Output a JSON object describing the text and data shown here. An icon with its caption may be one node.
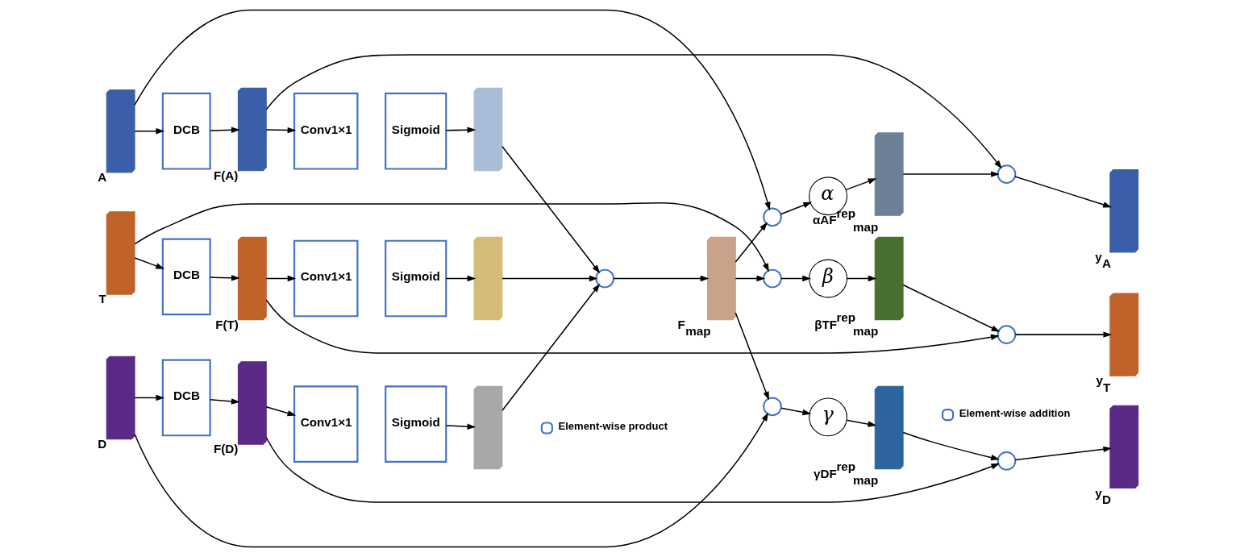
{
  "diagram": {
    "nodes": [
      {
        "text": [],
        "shape": "box",
        "beside": [
          "A"
        ]
      },
      {
        "text": [
          "DCB"
        ]
      },
      {
        "text": [],
        "shape": "box",
        "beside": [
          "F(A)"
        ]
      },
      {
        "text": [
          "Conv1×1"
        ]
      },
      {
        "text": [
          "Sigmoid"
        ]
      },
      {
        "text": [],
        "shape": "box"
      },
      {
        "text": [],
        "shape": "box",
        "beside": [
          "T"
        ]
      },
      {
        "text": [
          "DCB"
        ]
      },
      {
        "text": [],
        "shape": "box",
        "beside": [
          "F(T)"
        ]
      },
      {
        "text": [
          "Conv1×1"
        ]
      },
      {
        "text": [
          "Sigmoid"
        ]
      },
      {
        "text": [],
        "shape": "box"
      },
      {
        "text": [],
        "shape": "box",
        "beside": [
          "D"
        ]
      },
      {
        "text": [
          "DCB"
        ]
      },
      {
        "text": [],
        "shape": "box",
        "beside": [
          "F(D)"
        ]
      },
      {
        "text": [
          "Conv1×1"
        ]
      },
      {
        "text": [
          "Sigmoid"
        ]
      },
      {
        "text": [],
        "shape": "box"
      },
      {
        "text": [],
        "shape": "circle"
      },
      {
        "text": [],
        "shape": "box",
        "beside": [
          "F$_{map}$"
        ]
      },
      {
        "text": [],
        "shape": "circle"
      },
      {
        "text": [
          "α"
        ]
      },
      {
        "text": [],
        "shape": "box",
        "beside": [
          "αAF$^{rep}$$_{map}$"
        ]
      },
      {
        "text": [],
        "shape": "circle"
      },
      {
        "text": [],
        "shape": "box",
        "beside": [
          "y$_{A}$"
        ]
      },
      {
        "text": [],
        "shape": "circle"
      },
      {
        "text": [
          "β"
        ]
      },
      {
        "text": [],
        "shape": "box",
        "beside": [
          "βTF$^{rep}$$_{map}$"
        ]
      },
      {
        "text": [],
        "shape": "circle"
      },
      {
        "text": [],
        "shape": "box",
        "beside": [
          "y$_{T}$"
        ]
      },
      {
        "text": [],
        "shape": "circle"
      },
      {
        "text": [
          "γ"
        ]
      },
      {
        "text": [],
        "shape": "box",
        "beside": [
          "γDF$^{rep}$$_{map}$"
        ]
      },
      {
        "text": [],
        "shape": "circle"
      },
      {
        "text": [],
        "shape": "box",
        "beside": [
          "y$_{D}$"
        ]
      }
    ],
    "edges": [
      {
        "from": 0,
        "to": 1,
        "arrow": "to"
      },
      {
        "from": 1,
        "to": 2,
        "arrow": "to"
      },
      {
        "from": 2,
        "to": 3,
        "arrow": "to"
      },
      {
        "from": 4,
        "to": 5,
        "arrow": "to"
      },
      {
        "from": 6,
        "to": 7,
        "arrow": "to"
      },
      {
        "from": 7,
        "to": 8,
        "arrow": "to"
      },
      {
        "from": 8,
        "to": 9,
        "arrow": "to"
      },
      {
        "from": 10,
        "to": 11,
        "arrow": "to"
      },
      {
        "from": 12,
        "to": 13,
        "arrow": "to"
      },
      {
        "from": 13,
        "to": 14,
        "arrow": "to"
      },
      {
        "from": 14,
        "to": 15,
        "arrow": "to"
      },
      {
        "from": 16,
        "to": 17,
        "arrow": "to"
      },
      {
        "from": 5,
        "to": 18,
        "arrow": "to"
      },
      {
        "from": 11,
        "to": 18,
        "arrow": "to"
      },
      {
        "from": 17,
        "to": 18,
        "arrow": "to"
      },
      {
        "from": 18,
        "to": 19,
        "arrow": "to"
      },
      {
        "from": 19,
        "to": 20,
        "arrow": "to"
      },
      {
        "from": 19,
        "to": 25,
        "arrow": "to"
      },
      {
        "from": 19,
        "to": 30,
        "arrow": "to"
      },
      {
        "from": 0,
        "to": 20,
        "arrow": "to"
      },
      {
        "from": 6,
        "to": 25,
        "arrow": "to"
      },
      {
        "from": 12,
        "to": 30,
        "arrow": "to"
      },
      {
        "from": 2,
        "to": 23,
        "arrow": "to"
      },
      {
        "from": 8,
        "to": 28,
        "arrow": "to"
      },
      {
        "from": 14,
        "to": 33,
        "arrow": "to"
      },
      {
        "from": 20,
        "to": 21,
        "arrow": "to"
      },
      {
        "from": 21,
        "to": 22,
        "arrow": "to"
      },
      {
        "from": 22,
        "to": 23,
        "arrow": "to"
      },
      {
        "from": 23,
        "to": 24,
        "arrow": "to"
      },
      {
        "from": 25,
        "to": 26,
        "arrow": "to"
      },
      {
        "from": 26,
        "to": 27,
        "arrow": "to"
      },
      {
        "from": 27,
        "to": 28,
        "arrow": "to"
      },
      {
        "from": 28,
        "to": 29,
        "arrow": "to"
      },
      {
        "from": 30,
        "to": 31,
        "arrow": "to"
      },
      {
        "from": 31,
        "to": 32,
        "arrow": "to"
      },
      {
        "from": 32,
        "to": 33,
        "arrow": "to"
      },
      {
        "from": 33,
        "to": 34,
        "arrow": "to"
      }
    ],
    "legend": [
      {
        "text": "Element-wise product"
      },
      {
        "text": "Element-wise addition"
      }
    ]
  }
}
